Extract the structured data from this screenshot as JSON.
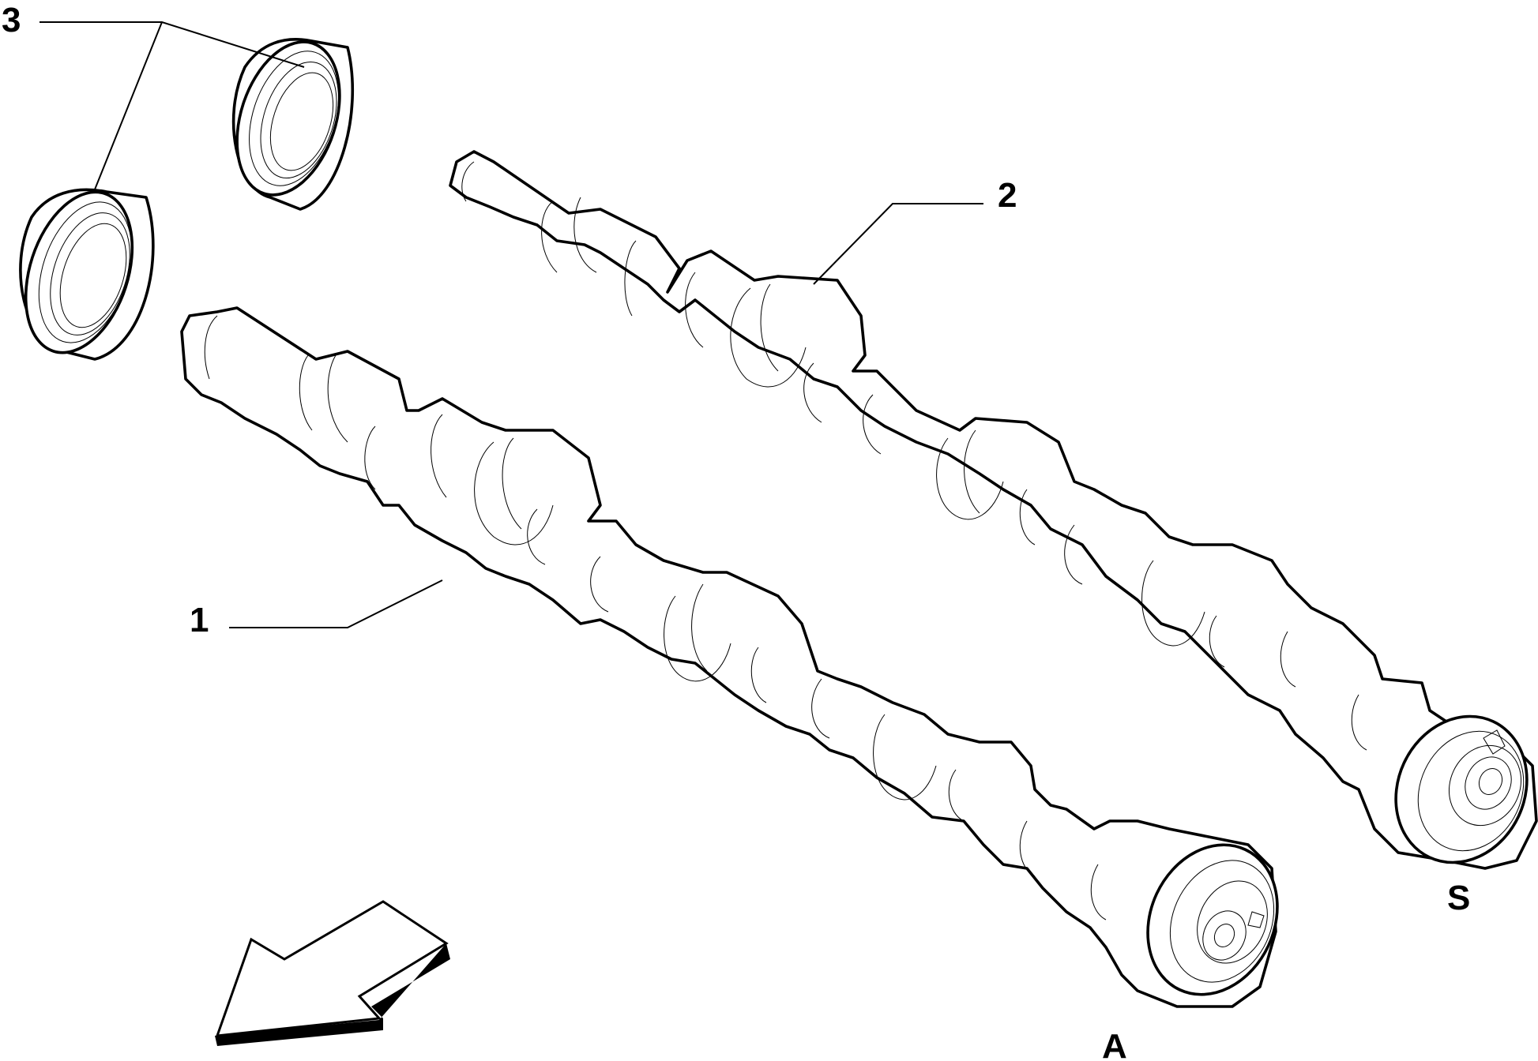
{
  "diagram": {
    "callouts": [
      {
        "id": "1",
        "label": "1"
      },
      {
        "id": "2",
        "label": "2"
      },
      {
        "id": "3",
        "label": "3"
      }
    ],
    "end_labels": [
      {
        "id": "A",
        "label": "A"
      },
      {
        "id": "S",
        "label": "S"
      }
    ],
    "colors": {
      "line": "#000000",
      "background": "#ffffff"
    },
    "direction_indicator": "arrow-down-left-icon"
  }
}
